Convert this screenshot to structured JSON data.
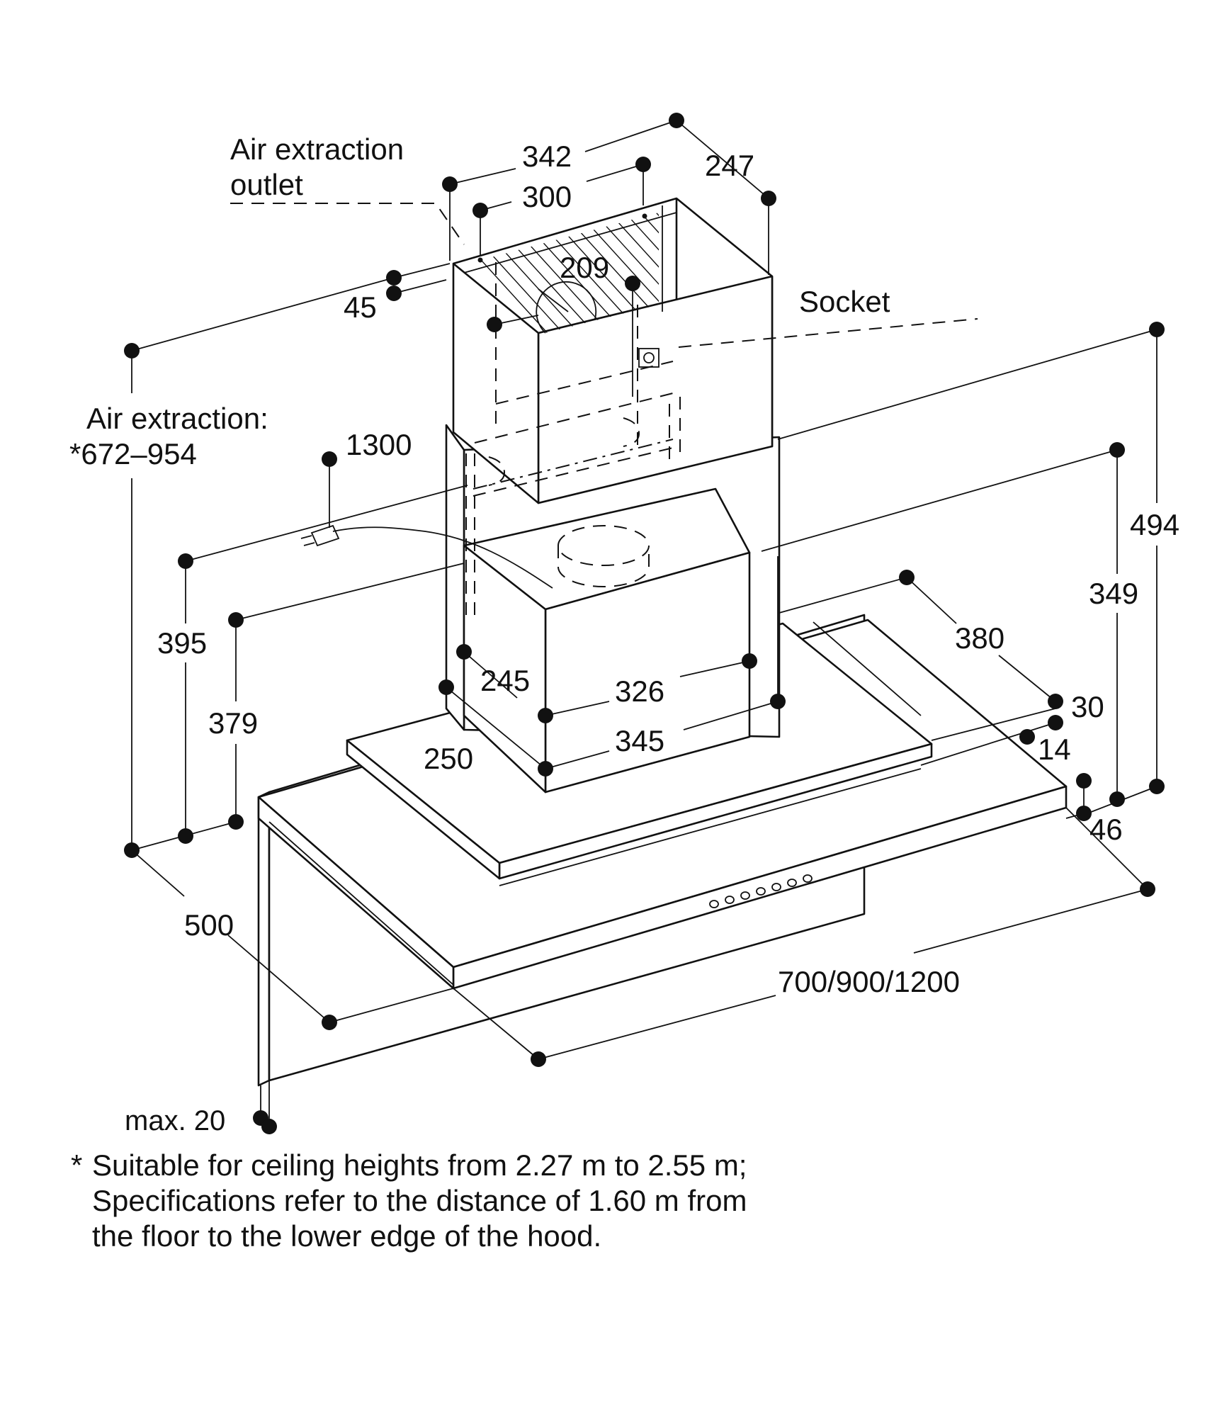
{
  "labels": {
    "air_extraction_outlet_1": "Air extraction",
    "air_extraction_outlet_2": "outlet",
    "socket": "Socket",
    "air_extraction_1": "Air extraction:",
    "air_extraction_2": "*672–954",
    "max_20": "max. 20"
  },
  "dimensions": {
    "d342": "342",
    "d300": "300",
    "d247": "247",
    "d209": "209",
    "d45": "45",
    "d1300": "1300",
    "d494": "494",
    "d349": "349",
    "d395": "395",
    "d379": "379",
    "d380": "380",
    "d245": "245",
    "d326": "326",
    "d345": "345",
    "d250": "250",
    "d30": "30",
    "d14": "14",
    "d46": "46",
    "d500": "500",
    "d700_900_1200": "700/900/1200"
  },
  "footnote": {
    "star": "*",
    "line1": "Suitable for ceiling heights from 2.27 m to 2.55 m;",
    "line2": "Specifications refer to the distance of 1.60 m from",
    "line3": "the floor to the lower edge of the hood."
  }
}
